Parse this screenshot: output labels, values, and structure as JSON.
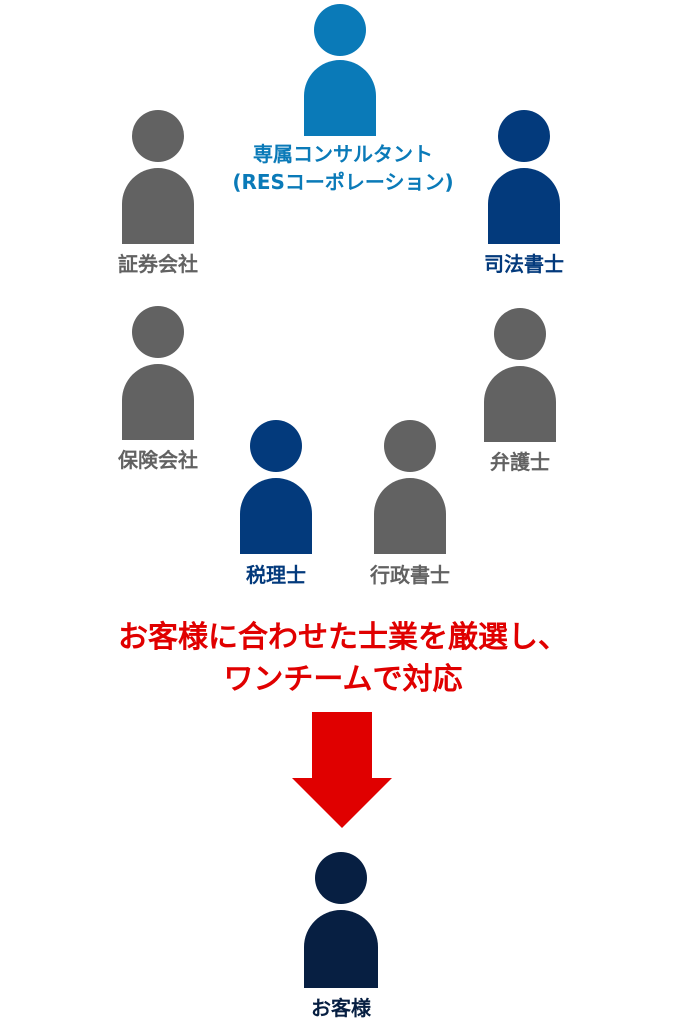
{
  "colors": {
    "consultant": "#0a7ab8",
    "highlight": "#033a7c",
    "neutral": "#626262",
    "customer": "#071f42",
    "accent_red": "#e00000"
  },
  "consultant": {
    "line1": "専属コンサルタント",
    "line2": "(RESコーポレーション)"
  },
  "professionals": {
    "securities": "証券会社",
    "judicial_scrivener": "司法書士",
    "insurance": "保険会社",
    "lawyer": "弁護士",
    "tax_accountant": "税理士",
    "admin_scrivener": "行政書士"
  },
  "headline": {
    "line1": "お客様に合わせた士業を厳選し、",
    "line2": "ワンチームで対応"
  },
  "arrow_icon": "down-arrow",
  "customer": {
    "label": "お客様"
  }
}
